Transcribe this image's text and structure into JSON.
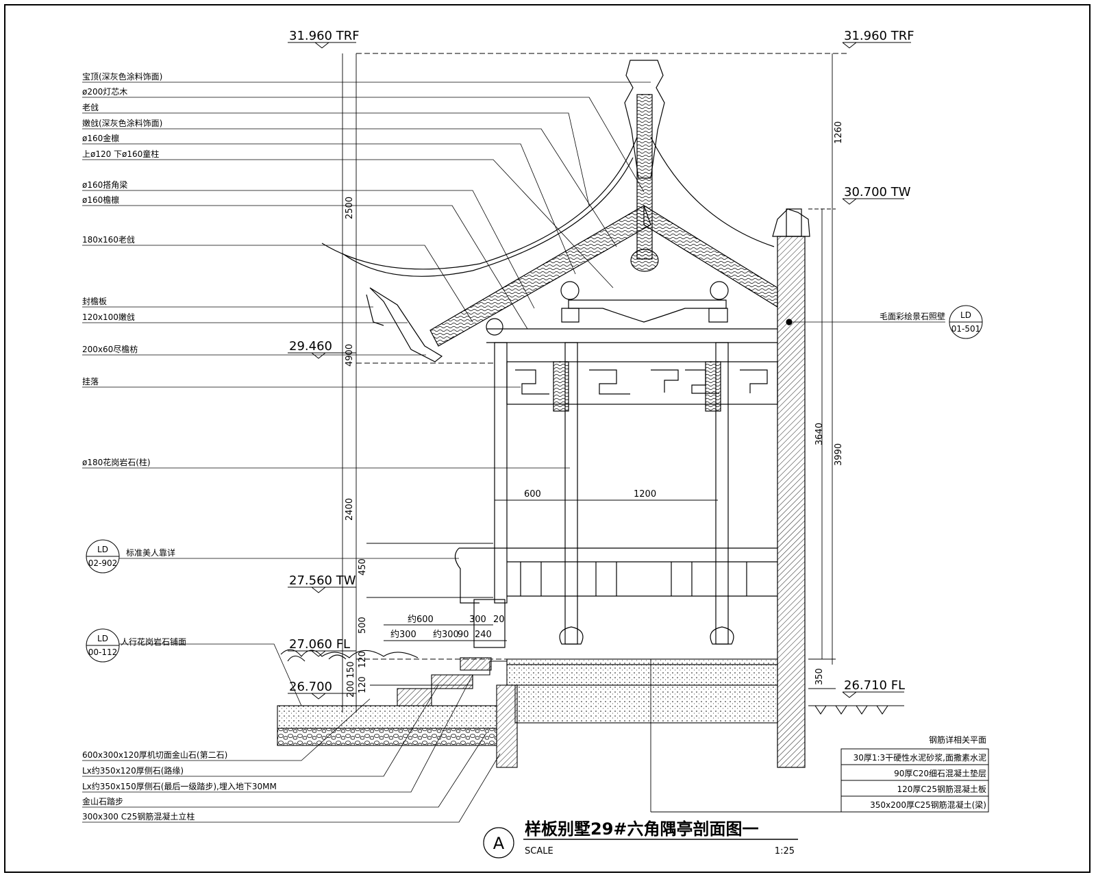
{
  "elevations": {
    "top_left": "31.960 TRF",
    "top_right": "31.960 TRF",
    "tw_right": "30.700 TW",
    "eave": "29.460",
    "tw_left": "27.560 TW",
    "fl_left": "27.060 FL",
    "ground_left": "26.700",
    "fl_right": "26.710 FL"
  },
  "left_labels": [
    "宝顶(深灰色涂料饰面)",
    "ø200灯芯木",
    "老戗",
    "嫩戗(深灰色涂料饰面)",
    "ø160金檩",
    "上ø120 下ø160童柱",
    "ø160搭角梁",
    "ø160檐檩",
    "180x160老戗",
    "封檐板",
    "120x100嫩戗",
    "200x60尽檐枋",
    "挂落",
    "ø180花岗岩石(柱)"
  ],
  "right_label": "毛面彩绘景石照壁",
  "callouts": [
    {
      "top": "LD",
      "bottom": "01-501"
    },
    {
      "top": "LD",
      "bottom": "02-902"
    },
    {
      "top": "LD",
      "bottom": "00-112"
    }
  ],
  "callout_texts": [
    "标准美人靠详",
    "人行花岗岩石铺面"
  ],
  "dimensions": {
    "v1": "2500",
    "v2": "1260",
    "v3": "4900",
    "v4": "2400",
    "v5": "3640",
    "v6": "3990",
    "v7": "450",
    "v8": "500",
    "v9": "350",
    "v10": "120",
    "v11": "200",
    "v12": "150",
    "v13": "120",
    "h1": "600",
    "h2": "1200",
    "h3": "约600",
    "h4": "约300",
    "h5": "约300",
    "h6": "90",
    "h7": "300",
    "h8": "20",
    "h9": "240"
  },
  "bottom_labels": [
    "600x300x120厚机切面金山石(第二石)",
    "Lx约350x120厚侧石(路缘)",
    "Lx约350x150厚侧石(最后一级踏步),埋入地下30MM",
    "金山石踏步",
    "300x300 C25钢筋混凝土立柱"
  ],
  "table": {
    "header": "钢筋详相关平面",
    "rows": [
      "30厚1:3干硬性水泥砂浆,面撒素水泥",
      "90厚C20细石混凝土垫层",
      "120厚C25钢筋混凝土板",
      "350x200厚C25钢筋混凝土(梁)"
    ]
  },
  "title": {
    "marker": "A",
    "text": "样板别墅29#六角隅亭剖面图一",
    "scale_label": "SCALE",
    "scale_value": "1:25"
  }
}
